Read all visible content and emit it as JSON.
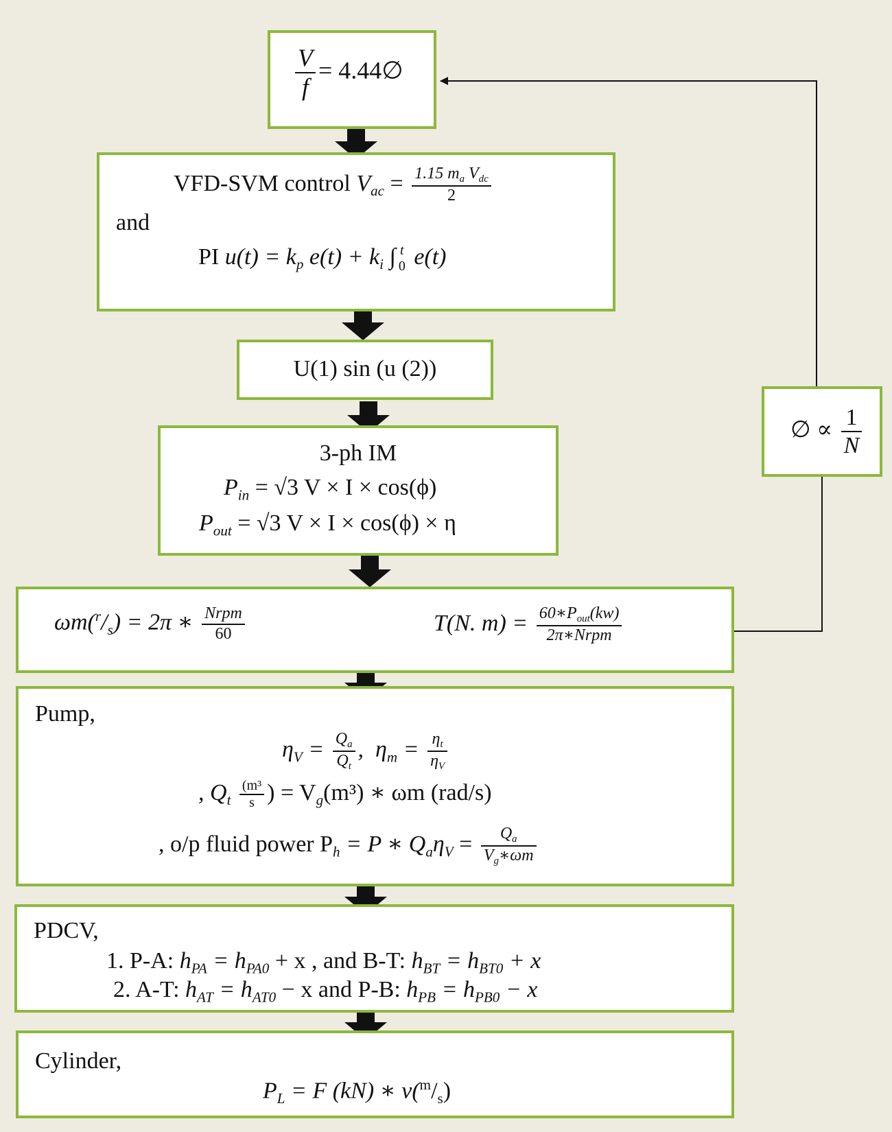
{
  "box_vf": {
    "num": "V",
    "den": "f",
    "rhs": "= 4.44∅"
  },
  "box_vfd": {
    "line1": "VFD-SVM control",
    "vac_var": "V",
    "vac_sub": "ac",
    "eq": "=",
    "frac_num": "1.15 m",
    "frac_num_sub1": "a",
    "frac_num_v": " V",
    "frac_num_sub2": "dc",
    "frac_den": "2",
    "and": "and",
    "pi_label": "PI",
    "pi_eq": "u(t) = k",
    "pi_kp_sub": "p",
    "pi_mid": " e(t) + k",
    "pi_ki_sub": "i",
    "pi_int": " ∫",
    "pi_int_lower": "0",
    "pi_int_upper": "t",
    "pi_end": " e(t)"
  },
  "box_u": {
    "text": "U(1) sin (u (2))"
  },
  "box_im": {
    "title": "3-ph IM",
    "pin_var": "P",
    "pin_sub": "in",
    "pin_rhs": " = √3 V × I × cos(ϕ)",
    "pout_var": "P",
    "pout_sub": "out",
    "pout_rhs": " = √3 V × I × cos(ϕ) × η"
  },
  "box_wm": {
    "wm_lhs": "ωm(",
    "wm_r": "r",
    "wm_slash": "/",
    "wm_s": "s",
    "wm_close": ") = 2π ∗",
    "wm_num": "Nrpm",
    "wm_den": "60",
    "t_lhs": "T(N. m) =",
    "t_num": "60∗P",
    "t_num_sub": "out",
    "t_num_tail": "(kw)",
    "t_den": "2π∗Nrpm"
  },
  "box_pump": {
    "title": "Pump,",
    "eta_v": "η",
    "eta_v_sub": "V",
    "eq1": " =",
    "qa": "Q",
    "qa_sub": "a",
    "qt": "Q",
    "qt_sub": "t",
    "comma": ",",
    "eta_m": "η",
    "eta_m_sub": "m",
    "eta_t": "η",
    "eta_t_sub": "t",
    "eta_vv": "η",
    "eta_vv_sub": "V",
    "line3_prefix": ", Q",
    "line3_qt_sub": "t",
    "line3_unit_num": "(m³",
    "line3_unit_den": "s",
    "line3_rhs1": ") = V",
    "line3_vg_sub": "g",
    "line3_rhs2": "(m³) ∗ ωm (rad/s)",
    "line4_prefix": ", o/p fluid power P",
    "line4_ph_sub": "h",
    "line4_mid": " = P ∗ Q",
    "line4_qa_sub": "a",
    "line4_eta": "η",
    "line4_eta_sub": "V",
    "line4_eq": " =",
    "line4_num": "Q",
    "line4_num_sub": "a",
    "line4_den": "V",
    "line4_den_sub": "g",
    "line4_den_tail": "∗ωm"
  },
  "box_pdcv": {
    "title": "PDCV,",
    "l1_a": "1. P-A: ",
    "l1_h1": "h",
    "l1_h1_sub": "PA",
    "l1_b": " = h",
    "l1_h2_sub": "PA0",
    "l1_c": " + x , and B-T: ",
    "l1_h3": "h",
    "l1_h3_sub": "BT",
    "l1_d": " = h",
    "l1_h4_sub": "BT0",
    "l1_e": " + x",
    "l2_a": "2. A-T: ",
    "l2_h1": "h",
    "l2_h1_sub": "AT",
    "l2_b": " = h",
    "l2_h2_sub": "AT0",
    "l2_c": " − x  and P-B: ",
    "l2_h3": "h",
    "l2_h3_sub": "PB",
    "l2_d": " = h",
    "l2_h4_sub": "PB0",
    "l2_e": " − x"
  },
  "box_cyl": {
    "title": "Cylinder,",
    "pl_var": "P",
    "pl_sub": "L",
    "pl_mid": " = F  (kN) ∗ v(",
    "pl_m": "m",
    "pl_slash": "/",
    "pl_s": "s",
    "pl_close": ")"
  },
  "box_phi": {
    "lhs": "∅ ∝",
    "num": "1",
    "den": "N"
  }
}
